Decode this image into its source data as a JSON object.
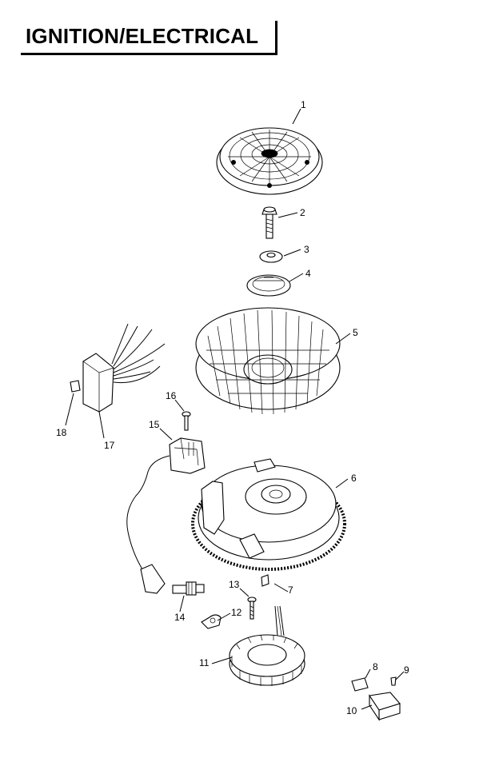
{
  "page": {
    "title": "IGNITION/ELECTRICAL"
  },
  "callouts": [
    "1",
    "2",
    "3",
    "4",
    "5",
    "6",
    "7",
    "8",
    "9",
    "10",
    "11",
    "12",
    "13",
    "14",
    "15",
    "16",
    "17",
    "18"
  ]
}
